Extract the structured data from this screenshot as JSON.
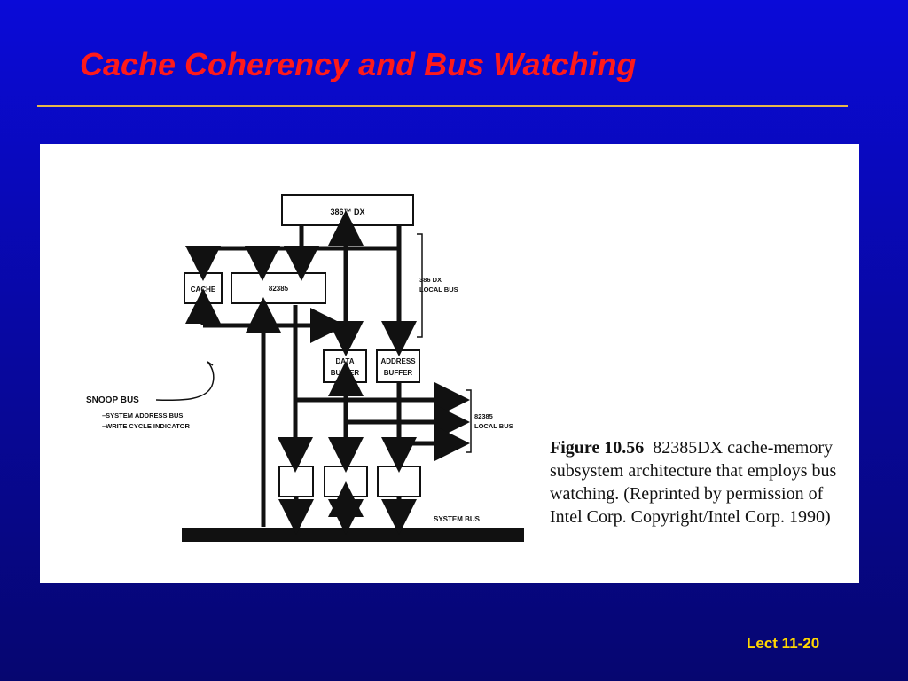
{
  "slide": {
    "title": "Cache Coherency and Bus Watching",
    "footer": "Lect 11-20"
  },
  "diagram": {
    "cpu": "386™ DX",
    "cache": "CACHE",
    "controller": "82385",
    "data_buffer_line1": "DATA",
    "data_buffer_line2": "BUFFER",
    "address_buffer_line1": "ADDRESS",
    "address_buffer_line2": "BUFFER",
    "local_bus_line1": "386 DX",
    "local_bus_line2": "LOCAL BUS",
    "bus_82385_line1": "82385",
    "bus_82385_line2": "LOCAL BUS",
    "snoop_bus": "SNOOP BUS",
    "snoop_item1": "–SYSTEM ADDRESS BUS",
    "snoop_item2": "–WRITE CYCLE INDICATOR",
    "system_bus": "SYSTEM BUS"
  },
  "caption": {
    "figure_number": "Figure 10.56",
    "text": "82385DX cache-memory subsystem architecture that employs bus watching. (Reprinted by permission of Intel Corp. Copyright/Intel Corp. 1990)"
  }
}
